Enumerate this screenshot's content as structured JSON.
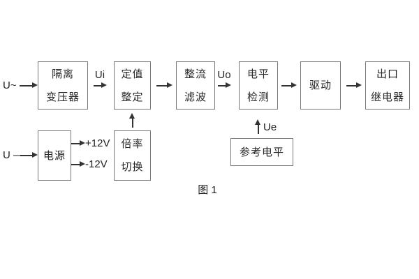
{
  "figure": {
    "caption": "图 1",
    "inputs": {
      "ac": "U~",
      "dc": "U –"
    },
    "signals": {
      "ui": "Ui",
      "uo": "Uo",
      "ue": "Ue"
    },
    "power_rails": {
      "positive": "+12V",
      "negative": "-12V"
    },
    "blocks": {
      "isolation_transformer": {
        "line1": "隔离",
        "line2": "变压器"
      },
      "value_setting": {
        "line1": "定值",
        "line2": "整定"
      },
      "rectify_filter": {
        "line1": "整流",
        "line2": "滤波"
      },
      "level_detection": {
        "line1": "电平",
        "line2": "检测"
      },
      "drive": {
        "label": "驱动"
      },
      "output_relay": {
        "line1": "出口",
        "line2": "继电器"
      },
      "power_supply": {
        "label": "电源"
      },
      "ratio_switch": {
        "line1": "倍率",
        "line2": "切换"
      },
      "reference_level": {
        "label": "参考电平"
      }
    },
    "colors": {
      "background": "#ffffff",
      "box_border": "#767676",
      "line": "#333333",
      "text": "#262626"
    }
  }
}
